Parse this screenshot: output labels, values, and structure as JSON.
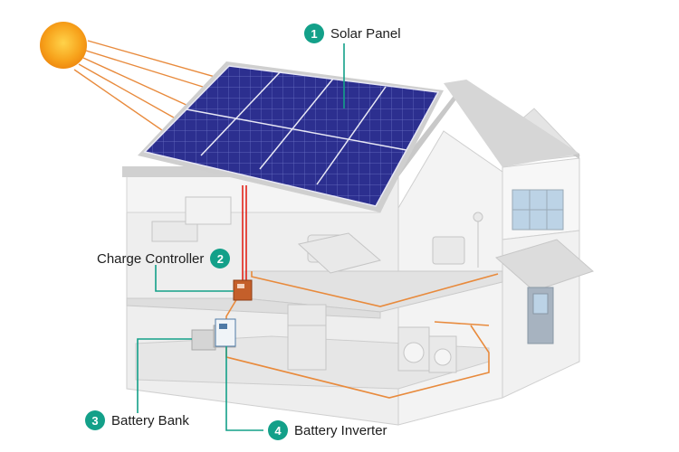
{
  "callouts": [
    {
      "number": "1",
      "label": "Solar Panel"
    },
    {
      "number": "2",
      "label": "Charge Controller"
    },
    {
      "number": "3",
      "label": "Battery Bank"
    },
    {
      "number": "4",
      "label": "Battery Inverter"
    }
  ],
  "colors": {
    "callout_accent": "#13a089",
    "wiring": "#e88a3c",
    "sun": "#f7a21b",
    "panel": "#2c2f8f",
    "dc_wire": "#e2231a"
  }
}
